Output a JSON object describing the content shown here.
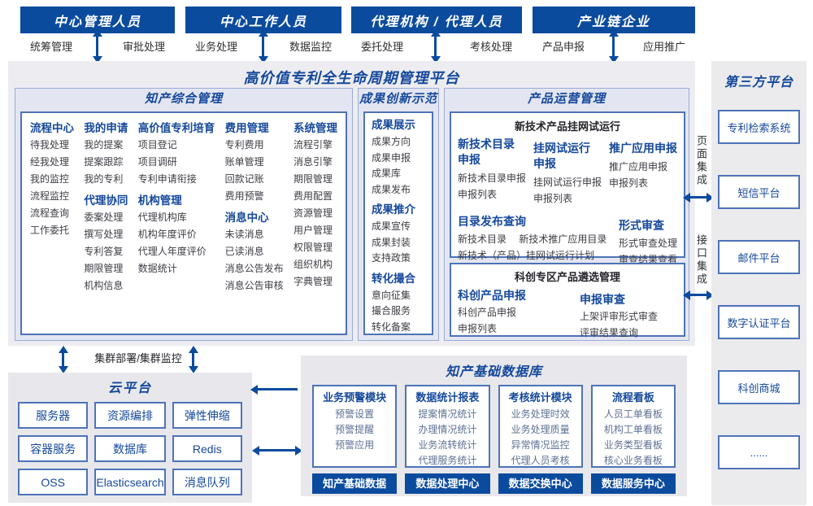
{
  "colors": {
    "primary_blue": "#0b4b9e",
    "title_blue": "#15489b",
    "box_border_blue": "#4e73b7",
    "panel_gray": "#ededf1",
    "panel_lavender": "#e3e6f2",
    "item_text": "#3c3c44",
    "muted_item_blue": "#5d7193"
  },
  "top_roles": [
    {
      "title": "中心管理人员",
      "left_label": "统筹管理",
      "right_label": "审批处理"
    },
    {
      "title": "中心工作人员",
      "left_label": "业务处理",
      "right_label": "数据监控"
    },
    {
      "title": "代理机构 / 代理人员",
      "left_label": "委托处理",
      "right_label": "考核处理"
    },
    {
      "title": "产业链企业",
      "left_label": "产品申报",
      "right_label": "应用推广"
    }
  ],
  "platform": {
    "title": "高价值专利全生命周期管理平台",
    "ip_management": {
      "title": "知产综合管理",
      "columns": [
        {
          "blocks": [
            {
              "header": "流程中心",
              "items": [
                "待我处理",
                "经我处理",
                "我的监控",
                "流程监控",
                "流程查询",
                "工作委托"
              ]
            }
          ]
        },
        {
          "blocks": [
            {
              "header": "我的申请",
              "items": [
                "我的提案",
                "提案跟踪",
                "我的专利"
              ]
            },
            {
              "header": "代理协同",
              "items": [
                "委案处理",
                "撰写处理",
                "专利答复",
                "期限管理",
                "机构信息"
              ]
            }
          ]
        },
        {
          "blocks": [
            {
              "header": "高价值专利培育",
              "items": [
                "项目登记",
                "项目调研",
                "专利申请衔接"
              ]
            },
            {
              "header": "机构管理",
              "items": [
                "代理机构库",
                "机构年度评价",
                "代理人年度评价",
                "数据统计"
              ]
            }
          ]
        },
        {
          "blocks": [
            {
              "header": "费用管理",
              "items": [
                "专利费用",
                "账单管理",
                "回款记账",
                "费用预警"
              ]
            },
            {
              "header": "消息中心",
              "items": [
                "未读消息",
                "已读消息",
                "消息公告发布",
                "消息公告审核"
              ]
            }
          ]
        },
        {
          "blocks": [
            {
              "header": "系统管理",
              "items": [
                "流程引擎",
                "消息引擎",
                "期限管理",
                "费用配置",
                "资源管理",
                "用户管理",
                "权限管理",
                "组织机构",
                "字典管理"
              ]
            }
          ]
        }
      ]
    },
    "achievement": {
      "title": "成果创新示范",
      "blocks": [
        {
          "header": "成果展示",
          "items": [
            "成果方向",
            "成果申报",
            "成果库",
            "成果发布"
          ]
        },
        {
          "header": "成果推介",
          "items": [
            "成果宣传",
            "成果封装",
            "支持政策"
          ]
        },
        {
          "header": "转化撮合",
          "items": [
            "意向征集",
            "撮合服务",
            "转化备案"
          ]
        }
      ]
    },
    "product_ops": {
      "title": "产品运营管理",
      "trial": {
        "title": "新技术产品挂网试运行",
        "row1": [
          {
            "header": "新技术目录\n申报",
            "items": [
              "新技术目录申报",
              "申报列表"
            ]
          },
          {
            "header": "挂网试运行\n申报",
            "items": [
              "挂网试运行申报",
              "申报列表"
            ]
          },
          {
            "header": "推广应用申报",
            "items": [
              "推广应用申报",
              "申报列表"
            ]
          }
        ],
        "row2": [
          {
            "header": "目录发布查询",
            "items": [
              "新技术目录　 新技术推广应用目录",
              "新技术（产品）挂网试运行计划"
            ]
          },
          {
            "header": "形式审查",
            "items": [
              "形式审查处理",
              "审查结果查看"
            ]
          }
        ]
      },
      "selection": {
        "title": "科创专区产品遴选管理",
        "blocks": [
          {
            "header": "科创产品申报",
            "items": [
              "科创产品申报",
              "申报列表"
            ]
          },
          {
            "header": "申报审查",
            "items": [
              "上架评审形式审查",
              "评审结果查询"
            ]
          }
        ]
      }
    }
  },
  "integration": {
    "page_label": "页面集成",
    "api_label": "接口集成"
  },
  "cluster_label": "集群部署/集群监控",
  "cloud": {
    "title": "云平台",
    "cells": [
      "服务器",
      "资源编排",
      "弹性伸缩",
      "容器服务",
      "数据库",
      "Redis",
      "OSS",
      "Elasticsearch",
      "消息队列"
    ]
  },
  "data_base": {
    "title": "知产基础数据库",
    "modules": [
      {
        "header": "业务预警模块",
        "items": [
          "预警设置",
          "预警提醒",
          "预警应用"
        ],
        "badge": "知产基础数据"
      },
      {
        "header": "数据统计报表",
        "items": [
          "提案情况统计",
          "办理情况统计",
          "业务流转统计",
          "代理服务统计"
        ],
        "badge": "数据处理中心"
      },
      {
        "header": "考核统计模块",
        "items": [
          "业务处理时效",
          "业务处理质量",
          "异常情况监控",
          "代理人员考核"
        ],
        "badge": "数据交换中心"
      },
      {
        "header": "流程看板",
        "items": [
          "人员工单看板",
          "机构工单看板",
          "业务类型看板",
          "核心业务看板"
        ],
        "badge": "数据服务中心"
      }
    ]
  },
  "third_party": {
    "title": "第三方平台",
    "items": [
      "专利检索系统",
      "短信平台",
      "邮件平台",
      "数字认证平台",
      "科创商城",
      "......"
    ]
  }
}
